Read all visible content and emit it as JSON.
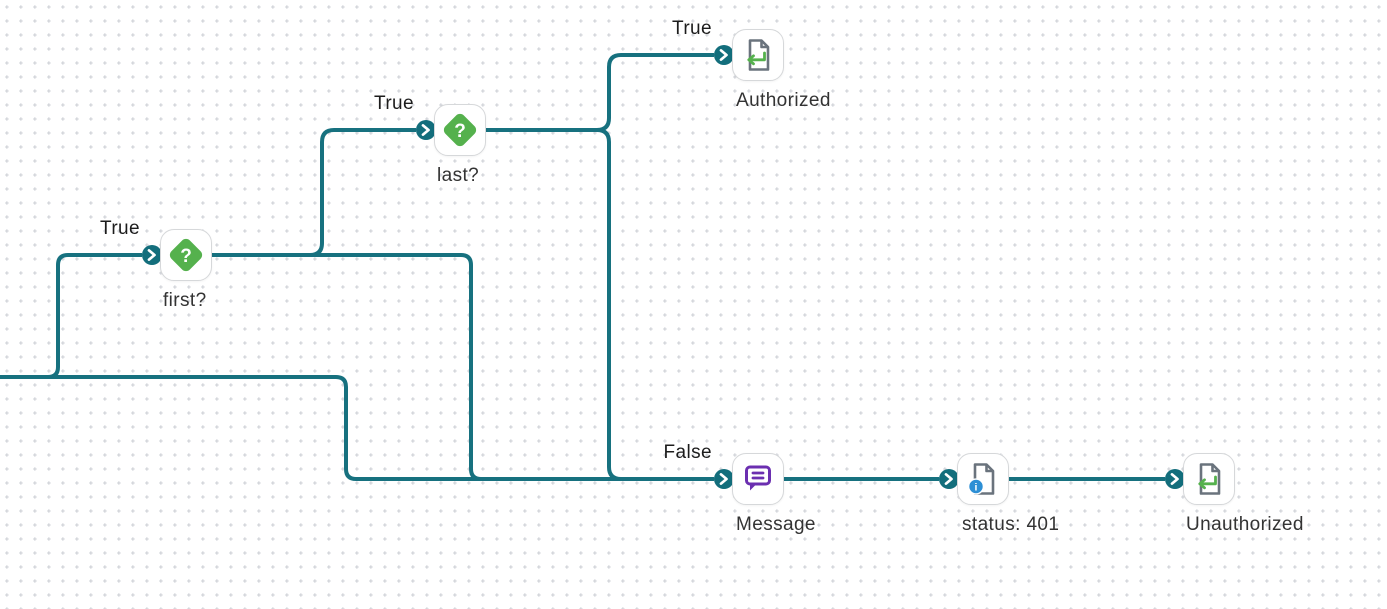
{
  "canvas": {
    "type": "workflow-flow-editor",
    "colors": {
      "wire": "#17717f",
      "port": "#136e7c",
      "condition_green": "#55b14d",
      "return_arrow_green": "#55b14d",
      "document_gray": "#6a737d",
      "info_blue": "#2d8fd5",
      "message_purple": "#6b2fb0",
      "node_border": "#d6d8da",
      "dot_grid": "#c7cad1",
      "label_text": "#333333",
      "branch_label_text": "#1c1c1c"
    }
  },
  "nodes": {
    "first": {
      "label": "first?",
      "icon": "question-diamond-icon",
      "branch_in": "True"
    },
    "last": {
      "label": "last?",
      "icon": "question-diamond-icon",
      "branch_in": "True"
    },
    "authorized": {
      "label": "Authorized",
      "icon": "document-return-icon",
      "branch_in": "True"
    },
    "message": {
      "label": "Message",
      "icon": "speech-bubble-icon",
      "branch_in": "False"
    },
    "status": {
      "label": "status: 401",
      "icon": "document-info-icon"
    },
    "unauthorized": {
      "label": "Unauthorized",
      "icon": "document-return-icon"
    }
  },
  "icons": {
    "question_glyph": "?",
    "info_glyph": "i"
  },
  "connections": [
    {
      "from": "offscreen-left",
      "to": "first",
      "branch": "True"
    },
    {
      "from": "offscreen-left",
      "to": "message",
      "branch": "False"
    },
    {
      "from": "first",
      "to": "last",
      "branch": "True"
    },
    {
      "from": "first",
      "to": "message"
    },
    {
      "from": "last",
      "to": "authorized",
      "branch": "True"
    },
    {
      "from": "last",
      "to": "message"
    },
    {
      "from": "message",
      "to": "status"
    },
    {
      "from": "status",
      "to": "unauthorized"
    }
  ]
}
